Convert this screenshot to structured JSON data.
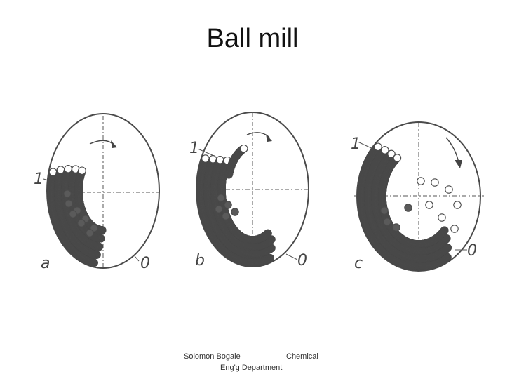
{
  "slide": {
    "title": "Ball mill",
    "footer_left": "Solomon Bogale",
    "footer_right": "Chemical",
    "footer_line2": "Eng'g Department"
  },
  "diagrams": [
    {
      "id": "a",
      "letter": "a",
      "mark_one": "1",
      "mark_zero": "0"
    },
    {
      "id": "b",
      "letter": "b",
      "mark_one": "1",
      "mark_zero": "0"
    },
    {
      "id": "c",
      "letter": "c",
      "mark_one": "1",
      "mark_zero": "0"
    }
  ],
  "colors": {
    "ink": "#4a4a4a",
    "dark_ball": "#5a5a5a",
    "background": "#ffffff"
  }
}
